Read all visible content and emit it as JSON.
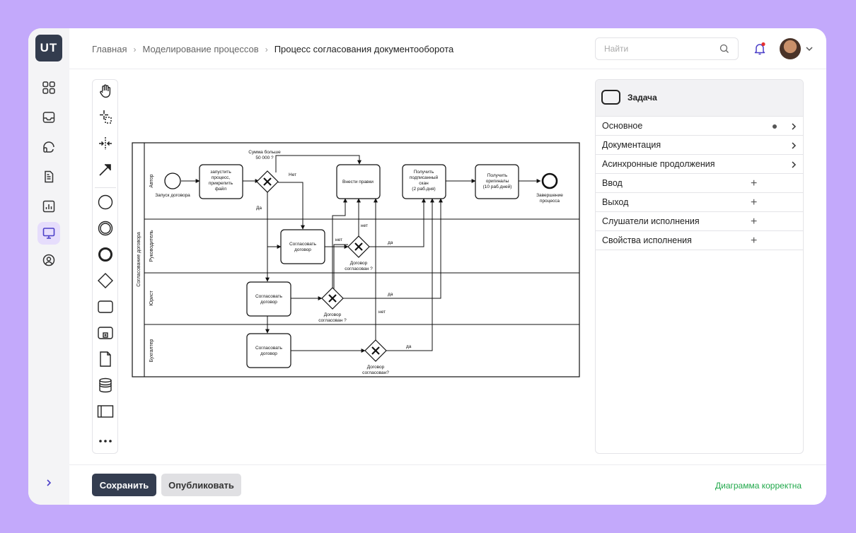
{
  "app": {
    "logo": "UT",
    "nav_icons": [
      "grid-icon",
      "inbox-icon",
      "headset-icon",
      "document-icon",
      "chart-icon",
      "monitor-icon",
      "user-circle-icon"
    ],
    "active_nav": "monitor-icon"
  },
  "breadcrumb": {
    "items": [
      "Главная",
      "Моделирование процессов"
    ],
    "current": "Процесс согласования документооборота"
  },
  "search": {
    "placeholder": "Найти"
  },
  "tools": [
    "hand-icon",
    "lasso-icon",
    "space-icon",
    "connect-arrow-icon",
    "start-event-icon",
    "intermediate-event-icon",
    "end-event-icon",
    "gateway-icon",
    "task-icon",
    "subprocess-icon",
    "data-object-icon",
    "data-store-icon",
    "pool-icon",
    "more-icon"
  ],
  "diagram": {
    "pool": "Согласование договора",
    "lanes": [
      "Автор",
      "Руководитель",
      "Юрист",
      "Бухгалтер"
    ],
    "start_event": "Запуск договора",
    "end_event": [
      "Завершение",
      "процесса"
    ],
    "tasks": {
      "start_process": [
        "запустить",
        "процесс,",
        "прикрепить",
        "файл"
      ],
      "make_edits": [
        "Внести правки"
      ],
      "get_scan": [
        "Получить",
        "подписанный",
        "скан",
        "(2 раб.дня)"
      ],
      "get_originals": [
        "Получить",
        "оригиналы",
        "(10 раб.дней)"
      ],
      "approve_manager": [
        "Согласовать",
        "договор"
      ],
      "approve_lawyer": [
        "Согласовать",
        "договор"
      ],
      "approve_accountant": [
        "Согласовать",
        "договор"
      ]
    },
    "gateways": {
      "amount": [
        "Сумма больше",
        "50 000 ?"
      ],
      "manager": [
        "Договор",
        "согласован ?"
      ],
      "lawyer": [
        "Договор",
        "согласован ?"
      ],
      "accountant": [
        "Договор",
        "согласован?"
      ]
    },
    "flow_labels": {
      "no_cap": "Нет",
      "yes_cap": "Да",
      "yes": "да",
      "no": "нет"
    }
  },
  "properties": {
    "title": "Задача",
    "sections": [
      {
        "label": "Основное",
        "kind": "chevron",
        "dot": true
      },
      {
        "label": "Документация",
        "kind": "chevron"
      },
      {
        "label": "Асинхронные продолжения",
        "kind": "chevron"
      },
      {
        "label": "Ввод",
        "kind": "plus"
      },
      {
        "label": "Выход",
        "kind": "plus"
      },
      {
        "label": "Слушатели исполнения",
        "kind": "plus"
      },
      {
        "label": "Свойства исполнения",
        "kind": "plus"
      }
    ]
  },
  "footer": {
    "save": "Сохранить",
    "publish": "Опубликовать",
    "status": "Диаграмма корректна",
    "status_color": "#20a84a"
  }
}
